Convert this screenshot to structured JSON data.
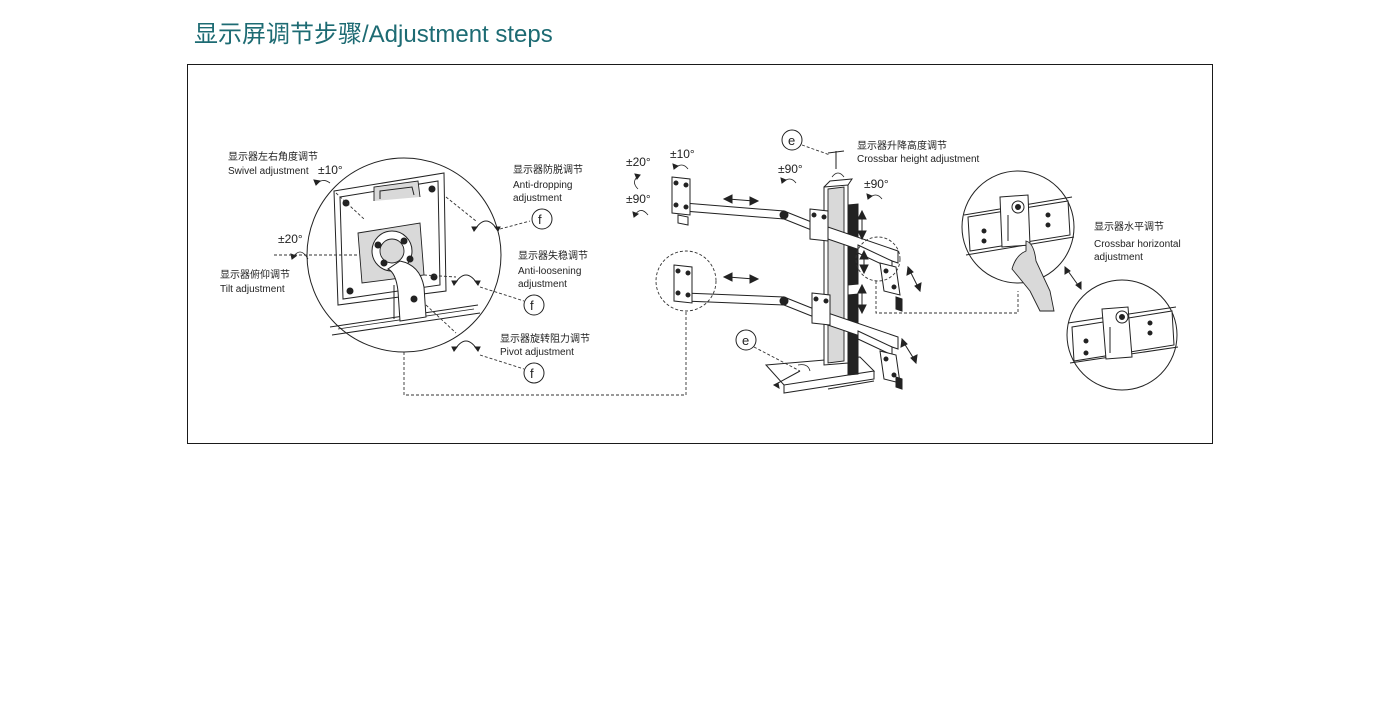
{
  "title": "显示屏调节步骤/Adjustment steps",
  "labels": {
    "swivel_cn": "显示器左右角度调节",
    "swivel_en": "Swivel adjustment",
    "swivel_deg": "±10°",
    "tilt_deg": "±20°",
    "tilt_cn": "显示器俯仰调节",
    "tilt_en": "Tilt adjustment",
    "anti_drop_cn": "显示器防脱调节",
    "anti_drop_en_1": "Anti-dropping",
    "anti_drop_en_2": "adjustment",
    "anti_loosen_cn": "显示器失稳调节",
    "anti_loosen_en_1": "Anti-loosening",
    "anti_loosen_en_2": "adjustment",
    "pivot_cn": "显示器旋转阻力调节",
    "pivot_en": "Pivot adjustment",
    "arm_tilt_deg": "±20°",
    "arm_swivel_deg": "±10°",
    "arm_rotate_deg": "±90°",
    "crossbar_rotate_deg_1": "±90°",
    "crossbar_rotate_deg_2": "±90°",
    "height_cn": "显示器升降高度调节",
    "height_en": "Crossbar height adjustment",
    "horizontal_cn": "显示器水平调节",
    "horizontal_en_1": "Crossbar horizontal",
    "horizontal_en_2": "adjustment",
    "callout_f": "f",
    "callout_e": "e"
  }
}
